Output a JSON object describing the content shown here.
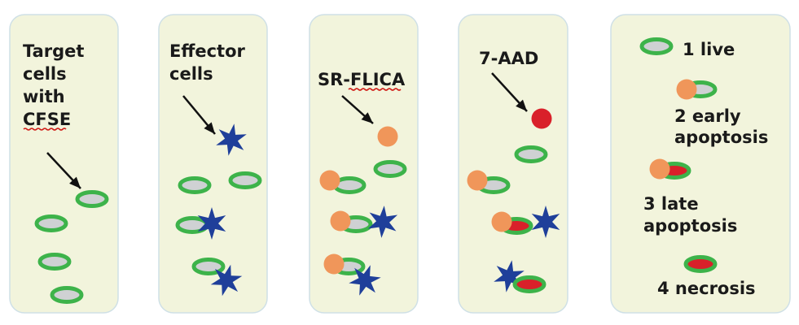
{
  "colors": {
    "panel_fill": "#f2f4dc",
    "panel_border": "#cfe0e6",
    "cell_ring": "#3db34a",
    "cell_inner": "#cfd1d3",
    "effector": "#1f3f9a",
    "flica": "#f0965a",
    "aad": "#d9202a",
    "arrow": "#111111",
    "spell_underline": "#d0201a"
  },
  "panels": [
    {
      "lines": [
        "Target",
        "cells",
        "with",
        "CFSE"
      ]
    },
    {
      "lines": [
        "Effector",
        "cells"
      ]
    },
    {
      "label_prefix": "SR-",
      "label_underlined": "FLICA"
    },
    {
      "label": "7-AAD"
    }
  ],
  "legend": {
    "live": "1 live",
    "early_1": "2 early",
    "early_2": "apoptosis",
    "late_1": "3 late",
    "late_2": "apoptosis",
    "necrosis": "4 necrosis"
  }
}
